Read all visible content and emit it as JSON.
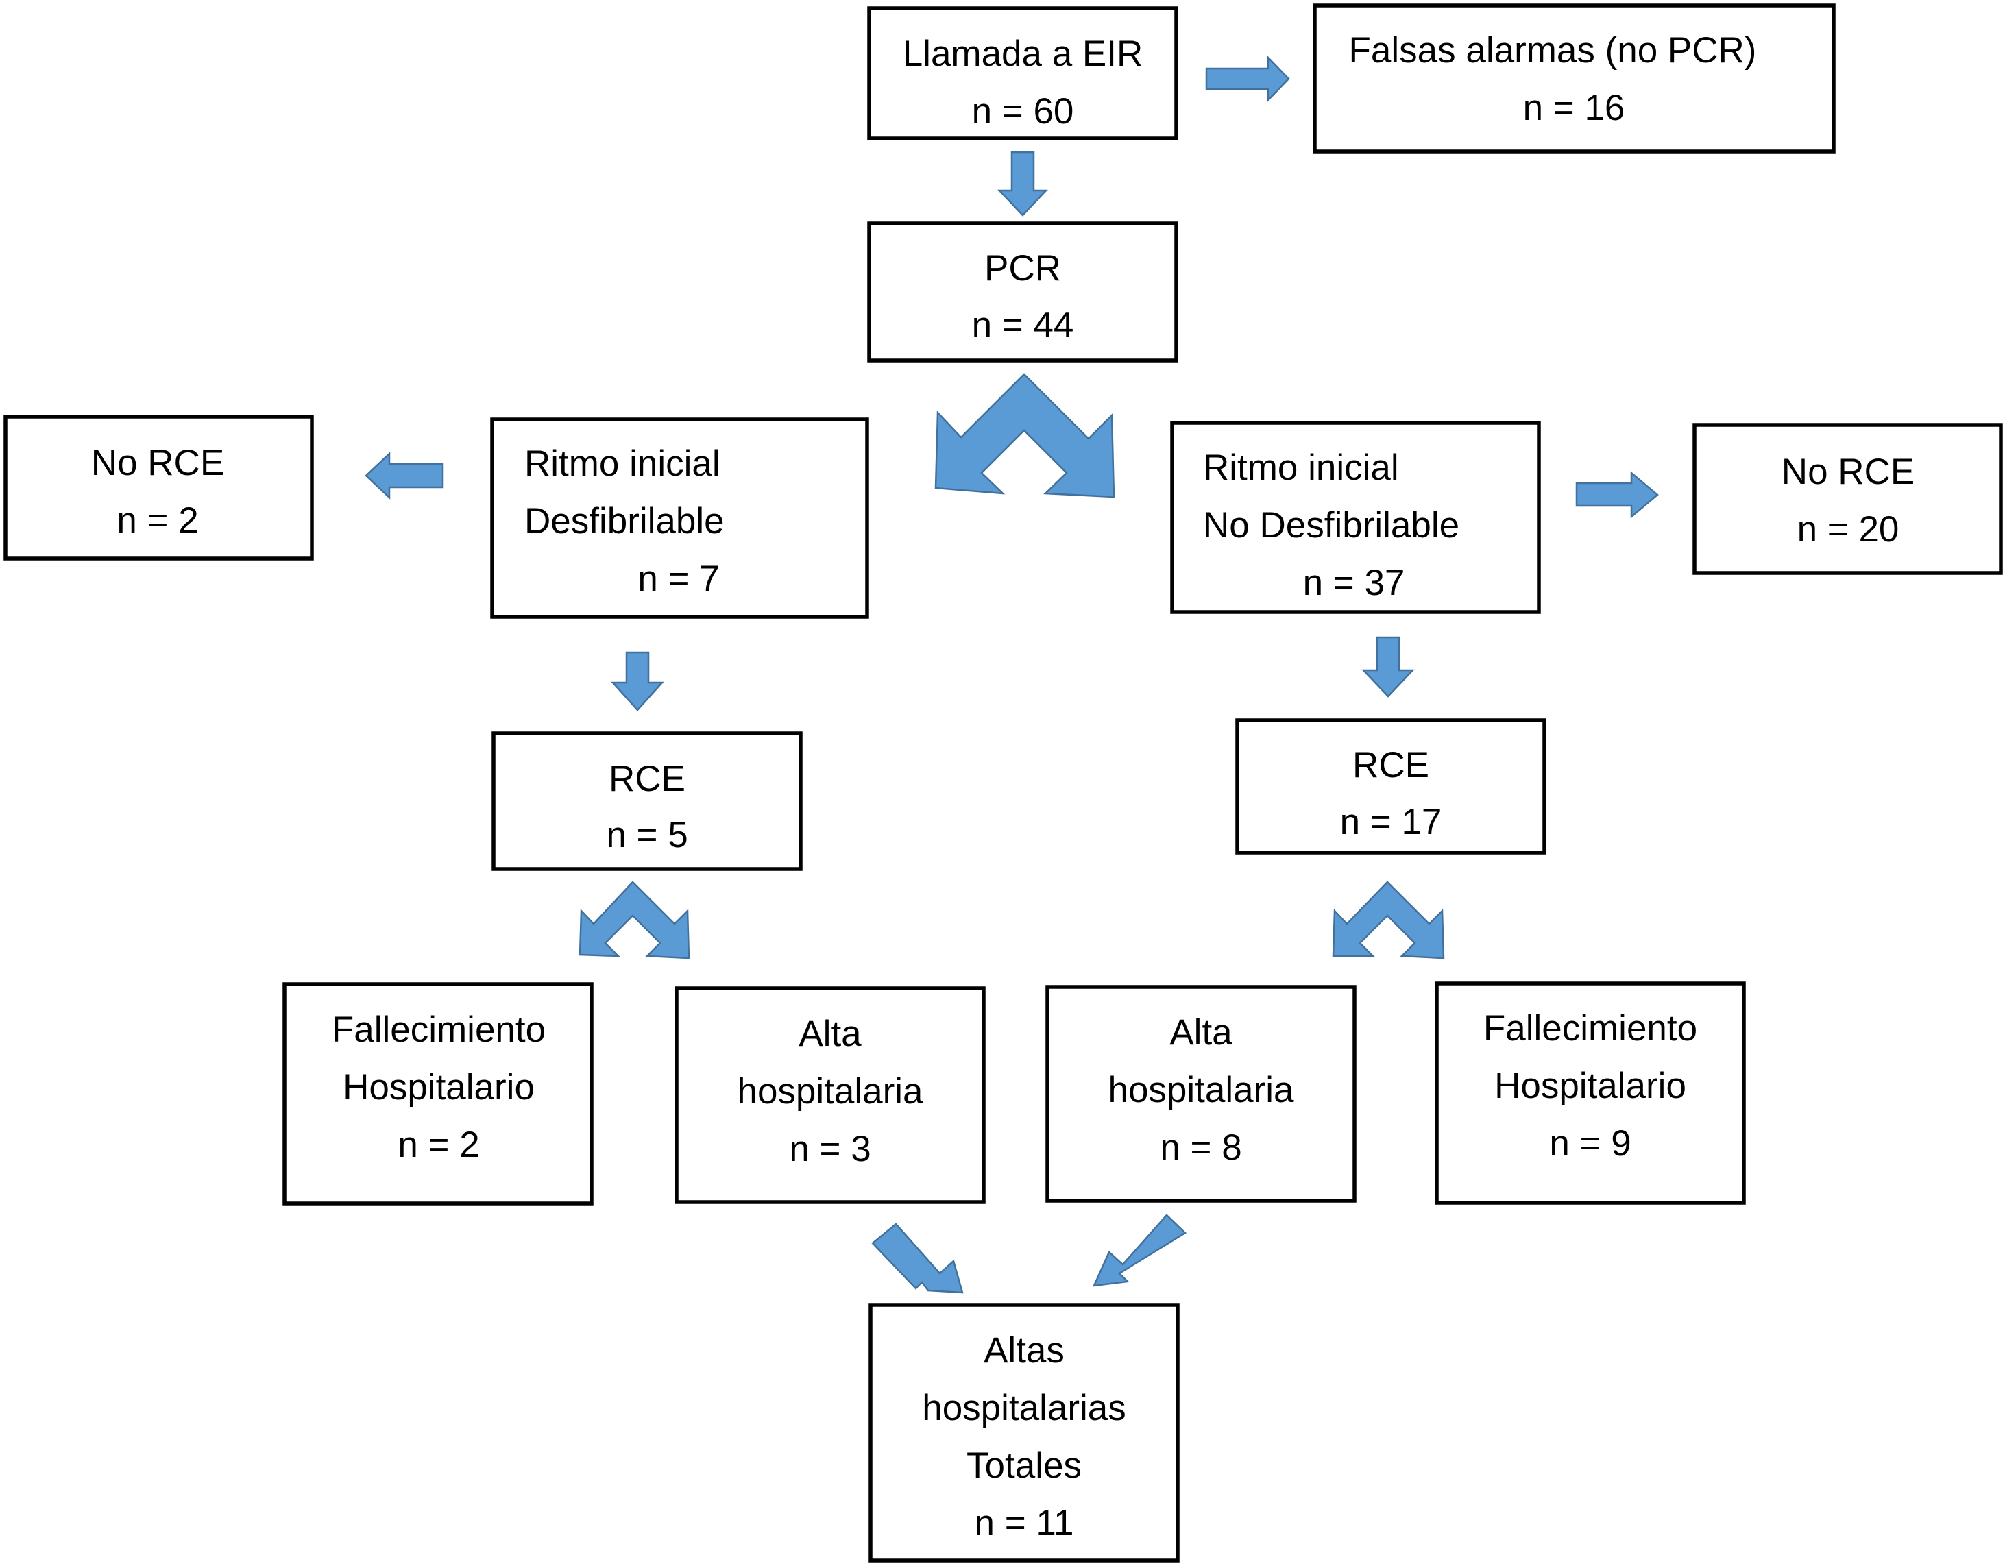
{
  "nodes": {
    "llamada": {
      "lines": [
        "Llamada a EIR",
        "n = 60"
      ]
    },
    "falsas": {
      "lines": [
        "Falsas alarmas (no PCR)",
        "n = 16"
      ]
    },
    "pcr": {
      "lines": [
        "PCR",
        "n = 44"
      ]
    },
    "no_rce_left": {
      "lines": [
        "No RCE",
        "n = 2"
      ]
    },
    "ritmo_desf": {
      "lines": [
        "Ritmo inicial",
        "Desfibrilable",
        "n = 7"
      ]
    },
    "ritmo_no_desf": {
      "lines": [
        "Ritmo inicial",
        "No Desfibrilable",
        "n = 37"
      ]
    },
    "no_rce_right": {
      "lines": [
        "No RCE",
        "n = 20"
      ]
    },
    "rce_left": {
      "lines": [
        "RCE",
        "n = 5"
      ]
    },
    "rce_right": {
      "lines": [
        "RCE",
        "n = 17"
      ]
    },
    "fallec_left": {
      "lines": [
        "Fallecimiento",
        "Hospitalario",
        "n = 2"
      ]
    },
    "alta_left": {
      "lines": [
        "Alta",
        "hospitalaria",
        "n = 3"
      ]
    },
    "alta_right": {
      "lines": [
        "Alta",
        "hospitalaria",
        "n = 8"
      ]
    },
    "fallec_right": {
      "lines": [
        "Fallecimiento",
        "Hospitalario",
        "n = 9"
      ]
    },
    "altas_totales": {
      "lines": [
        "Altas",
        "hospitalarias",
        "Totales",
        "n = 11"
      ]
    }
  },
  "colors": {
    "arrow_fill": "#5b9bd5",
    "arrow_stroke": "#41719c",
    "box_border": "#000000"
  }
}
